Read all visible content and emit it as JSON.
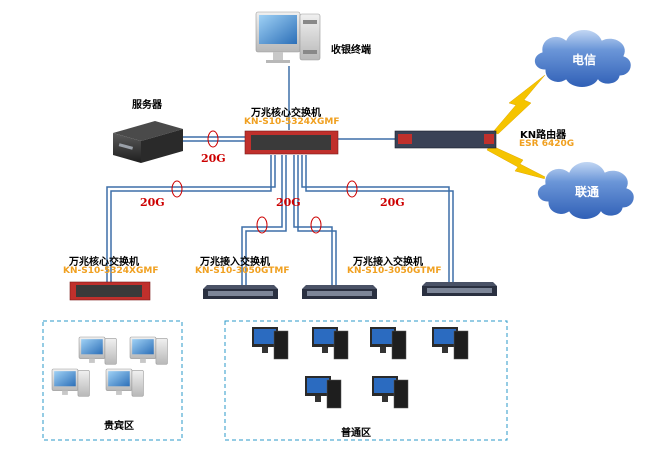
{
  "labels": {
    "pos_terminal": "收银终端",
    "server": "服务器",
    "core_switch_title": "万兆核心交换机",
    "core_switch_model": "KN-S10-5324XGMF",
    "router_title": "KN路由器",
    "router_model": "ESR 6420G",
    "isp_telecom": "电信",
    "isp_unicom": "联通",
    "sub_core_title": "万兆核心交换机",
    "sub_core_model": "KN-S10-5324XGMF",
    "access1_title": "万兆接入交换机",
    "access1_model": "KN-S10-3050GTMF",
    "access2_title": "万兆接入交换机",
    "access2_model": "KN-S10-3050GTMF",
    "zone_vip": "贵宾区",
    "zone_normal": "普通区"
  },
  "bandwidth": {
    "server_link": "20G",
    "left_link": "20G",
    "mid_link": "20G",
    "right_link": "20G"
  },
  "colors": {
    "link_blue": "#3d6fa8",
    "lightning": "#f5c400",
    "cloud": "#4a78c8",
    "model_orange": "#f0a020",
    "bandwidth_red": "#cc0000",
    "zone_border": "#2b9ac8",
    "switch_red": "#c0302c",
    "switch_dark": "#2a3040"
  },
  "icons": [
    "imac-icon",
    "server-box-icon",
    "core-switch-icon",
    "router-icon",
    "cloud-icon",
    "lightning-icon",
    "access-switch-icon",
    "pc-workstation-icon"
  ]
}
